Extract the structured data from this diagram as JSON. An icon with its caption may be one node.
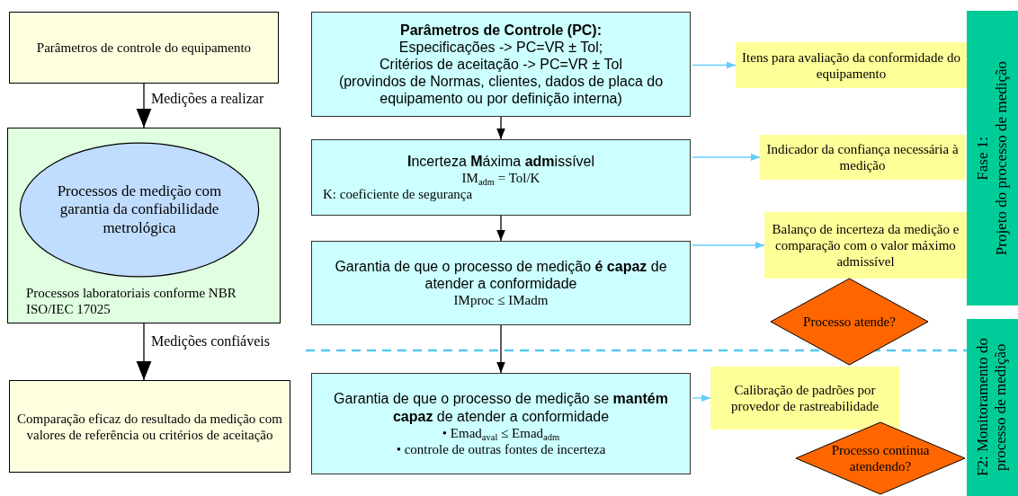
{
  "diagram": {
    "nodes": [
      {
        "text": [
          "Parâmetros de controle do equipamento"
        ]
      },
      {
        "text": [
          "Processos laboratoriais conforme NBR ISO/IEC 17025"
        ]
      },
      {
        "text": [
          "Processos de medição com garantia da confiabilidade metrológica"
        ],
        "in": 1
      },
      {
        "text": [
          "Comparação eficaz do resultado da medição com valores de referência ou critérios de aceitação"
        ]
      },
      {
        "text": [
          "Parâmetros de Controle (PC):",
          "Especificações -> PC=VR ± Tol;",
          "Critérios de aceitação -> PC=VR ± Tol",
          "(provindos de Normas, clientes, dados de placa do equipamento ou por definição interna)"
        ]
      },
      {
        "text": [
          "**I**ncerteza **M**áxima **adm**issível",
          "IM$_{adm}$ = Tol/K",
          "K: coeficiente de segurança"
        ]
      },
      {
        "text": [
          "Garantia de que o processo de medição **é capaz** de atender a conformidade",
          "IMproc ≤ IMadm"
        ]
      },
      {
        "text": [
          "Garantia de que o processo de medição se **mantém capaz** de atender a conformidade",
          "• Emad$_{aval}$ ≤ Emad$_{adm}$",
          "• controle de outras fontes de incerteza"
        ]
      },
      {
        "text": [
          "Itens para avaliação da conformidade do equipamento"
        ]
      },
      {
        "text": [
          "Indicador da confiança necessária à medição"
        ]
      },
      {
        "text": [
          "Balanço de incerteza da medição e comparação com o valor máximo admissível"
        ]
      },
      {
        "text": [
          "Processo atende?"
        ]
      },
      {
        "text": [
          "Calibração de padrões por provedor de rastreabilidade"
        ]
      },
      {
        "text": [
          "Processo continua atendendo?"
        ]
      },
      {
        "text": [
          "Fase 1:",
          "Projeto do processo de medição"
        ]
      },
      {
        "text": [
          "F2: Monitoramento do processo de medição"
        ]
      }
    ],
    "edges": [
      {
        "from": 0,
        "to": 1,
        "arrow": "to",
        "label": "Medições a realizar"
      },
      {
        "from": 1,
        "to": 3,
        "arrow": "to",
        "label": "Medições confiáveis"
      },
      {
        "from": 4,
        "to": 5,
        "arrow": "to"
      },
      {
        "from": 5,
        "to": 6,
        "arrow": "to"
      },
      {
        "from": 6,
        "to": 7,
        "arrow": "to"
      },
      {
        "from": 4,
        "to": 8,
        "arrow": "to",
        "color": "#66ccff"
      },
      {
        "from": 5,
        "to": 9,
        "arrow": "to",
        "color": "#66ccff"
      },
      {
        "from": 6,
        "to": 10,
        "arrow": "to",
        "color": "#66ccff"
      },
      {
        "from": 7,
        "to": 12,
        "arrow": "to",
        "color": "#66ccff"
      }
    ]
  }
}
